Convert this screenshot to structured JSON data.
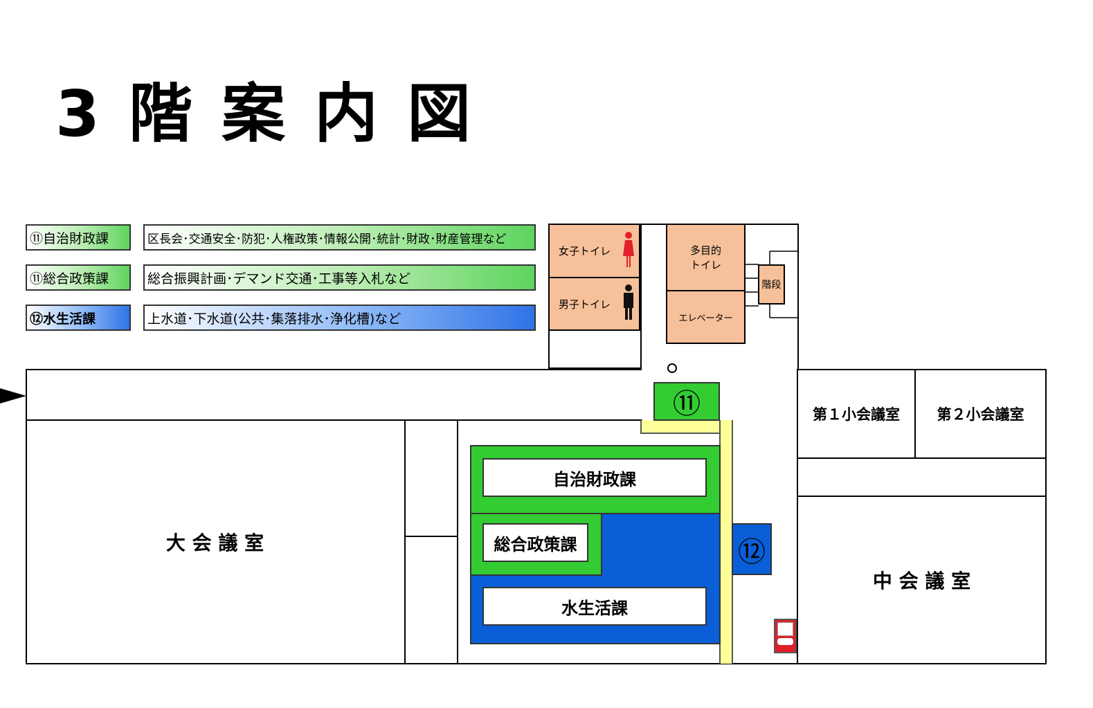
{
  "title": [
    "3",
    "階",
    "案",
    "内",
    "図"
  ],
  "legend": [
    {
      "dept": "⑪自治財政課",
      "duties": "区長会･交通安全･防犯･人権政策･情報公開･統計･財政･財産管理など",
      "color": "green"
    },
    {
      "dept": "⑪総合政策課",
      "duties": "総合振興計画･デマンド交通･工事等入札など",
      "color": "green"
    },
    {
      "dept": "⑫水生活課",
      "duties": "上水道･下水道(公共･集落排水･浄化槽)など",
      "color": "blue"
    }
  ],
  "rooms": {
    "womens_toilet": "女子トイレ",
    "mens_toilet": "男子トイレ",
    "multipurpose_toilet": "多目的\nトイレ",
    "elevator": "エレベーター",
    "stairs": "階段",
    "small_conf_1": "第１小会議室",
    "small_conf_2": "第２小会議室",
    "large_conf": "大 会 議 室",
    "medium_conf": "中 会 議 室",
    "dept_jichi": "自治財政課",
    "dept_sogo": "総合政策課",
    "dept_mizu": "水生活課",
    "marker_11": "⑪",
    "marker_12": "⑫"
  },
  "colors": {
    "green": "#33cc33",
    "blue": "#0a5fd8",
    "orange": "#f6c09a",
    "yellow_path": "#ffff99",
    "vending": "#e0202a"
  }
}
